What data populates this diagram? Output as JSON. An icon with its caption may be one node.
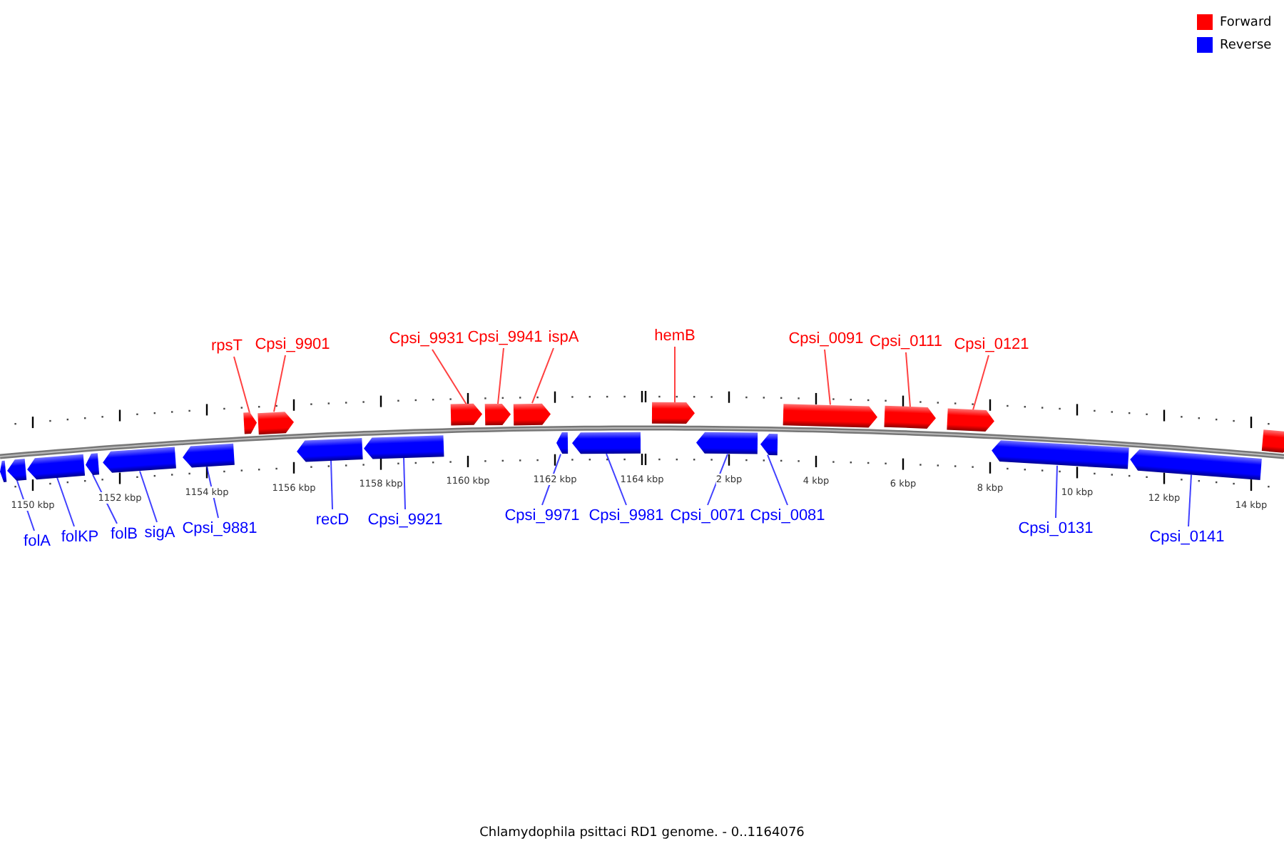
{
  "diagram": {
    "caption": "Chlamydophila psittaci RD1 genome. - 0..1164076",
    "nodes": [
      {
        "text": [
          "rpsT"
        ]
      },
      {
        "text": [
          "Cpsi_9901"
        ]
      },
      {
        "text": [
          "Cpsi_9931"
        ]
      },
      {
        "text": [
          "Cpsi_9941"
        ]
      },
      {
        "text": [
          "ispA"
        ]
      },
      {
        "text": [
          "hemB"
        ]
      },
      {
        "text": [
          "Cpsi_0091"
        ]
      },
      {
        "text": [
          "Cpsi_0111"
        ]
      },
      {
        "text": [
          "Cpsi_0121"
        ]
      },
      {
        "text": [
          "folA"
        ]
      },
      {
        "text": [
          "folKP"
        ]
      },
      {
        "text": [
          "folB"
        ]
      },
      {
        "text": [
          "sigA"
        ]
      },
      {
        "text": [
          "Cpsi_9881"
        ]
      },
      {
        "text": [
          "recD"
        ]
      },
      {
        "text": [
          "Cpsi_9921"
        ]
      },
      {
        "text": [
          "Cpsi_9971"
        ]
      },
      {
        "text": [
          "Cpsi_9981"
        ]
      },
      {
        "text": [
          "Cpsi_0071"
        ]
      },
      {
        "text": [
          "Cpsi_0081"
        ]
      },
      {
        "text": [
          "Cpsi_0131"
        ]
      },
      {
        "text": [
          "Cpsi_0141"
        ]
      },
      {
        "text": [],
        "shape": "arrow"
      },
      {
        "text": [],
        "shape": "arrow"
      },
      {
        "text": [],
        "shape": "arrow"
      },
      {
        "text": [],
        "shape": "arrow"
      },
      {
        "text": [],
        "shape": "arrow"
      },
      {
        "text": [],
        "shape": "arrow"
      },
      {
        "text": [],
        "shape": "arrow"
      },
      {
        "text": [],
        "shape": "arrow"
      },
      {
        "text": [],
        "shape": "arrow"
      },
      {
        "text": [],
        "shape": "arrow"
      },
      {
        "text": [],
        "shape": "arrow"
      },
      {
        "text": [],
        "shape": "arrow"
      },
      {
        "text": [],
        "shape": "arrow"
      },
      {
        "text": [],
        "shape": "arrow"
      },
      {
        "text": [],
        "shape": "arrow"
      },
      {
        "text": [],
        "shape": "arrow"
      },
      {
        "text": [],
        "shape": "arrow"
      },
      {
        "text": [],
        "shape": "arrow"
      },
      {
        "text": [],
        "shape": "arrow"
      },
      {
        "text": [],
        "shape": "arrow"
      },
      {
        "text": [],
        "shape": "arrow"
      },
      {
        "text": [],
        "shape": "arrow"
      },
      {
        "text": [],
        "shape": "arrow"
      },
      {
        "text": [],
        "shape": "arrow"
      }
    ],
    "edges": [
      {
        "from": 0,
        "to": 28,
        "arrow": "none",
        "color": "#ff0000"
      },
      {
        "from": 1,
        "to": 29,
        "arrow": "none",
        "color": "#ff0000"
      },
      {
        "from": 2,
        "to": 32,
        "arrow": "none",
        "color": "#ff0000"
      },
      {
        "from": 3,
        "to": 33,
        "arrow": "none",
        "color": "#ff0000"
      },
      {
        "from": 4,
        "to": 34,
        "arrow": "none",
        "color": "#ff0000"
      },
      {
        "from": 5,
        "to": 37,
        "arrow": "none",
        "color": "#ff0000"
      },
      {
        "from": 6,
        "to": 40,
        "arrow": "none",
        "color": "#ff0000"
      },
      {
        "from": 7,
        "to": 41,
        "arrow": "none",
        "color": "#ff0000"
      },
      {
        "from": 8,
        "to": 42,
        "arrow": "none",
        "color": "#ff0000"
      },
      {
        "from": 9,
        "to": 23,
        "arrow": "none"
      },
      {
        "from": 10,
        "to": 24,
        "arrow": "none"
      },
      {
        "from": 11,
        "to": 25,
        "arrow": "none"
      },
      {
        "from": 12,
        "to": 26,
        "arrow": "none"
      },
      {
        "from": 13,
        "to": 27,
        "arrow": "none"
      },
      {
        "from": 14,
        "to": 30,
        "arrow": "none"
      },
      {
        "from": 15,
        "to": 31,
        "arrow": "none"
      },
      {
        "from": 16,
        "to": 35,
        "arrow": "none"
      },
      {
        "from": 17,
        "to": 36,
        "arrow": "none"
      },
      {
        "from": 18,
        "to": 38,
        "arrow": "none"
      },
      {
        "from": 19,
        "to": 39,
        "arrow": "none"
      },
      {
        "from": 20,
        "to": 43,
        "arrow": "none"
      },
      {
        "from": 21,
        "to": 44,
        "arrow": "none"
      }
    ],
    "labels": [
      "1150 kbp",
      "1152 kbp",
      "1154 kbp",
      "1156 kbp",
      "1158 kbp",
      "1160 kbp",
      "1162 kbp",
      "1164 kbp",
      "2 kbp",
      "4 kbp",
      "6 kbp",
      "8 kbp",
      "10 kbp",
      "12 kbp",
      "14 kbp"
    ],
    "legend": [
      {
        "text": "Forward",
        "color": "#ff0000"
      },
      {
        "text": "Reverse",
        "color": "#0000ff"
      }
    ]
  }
}
